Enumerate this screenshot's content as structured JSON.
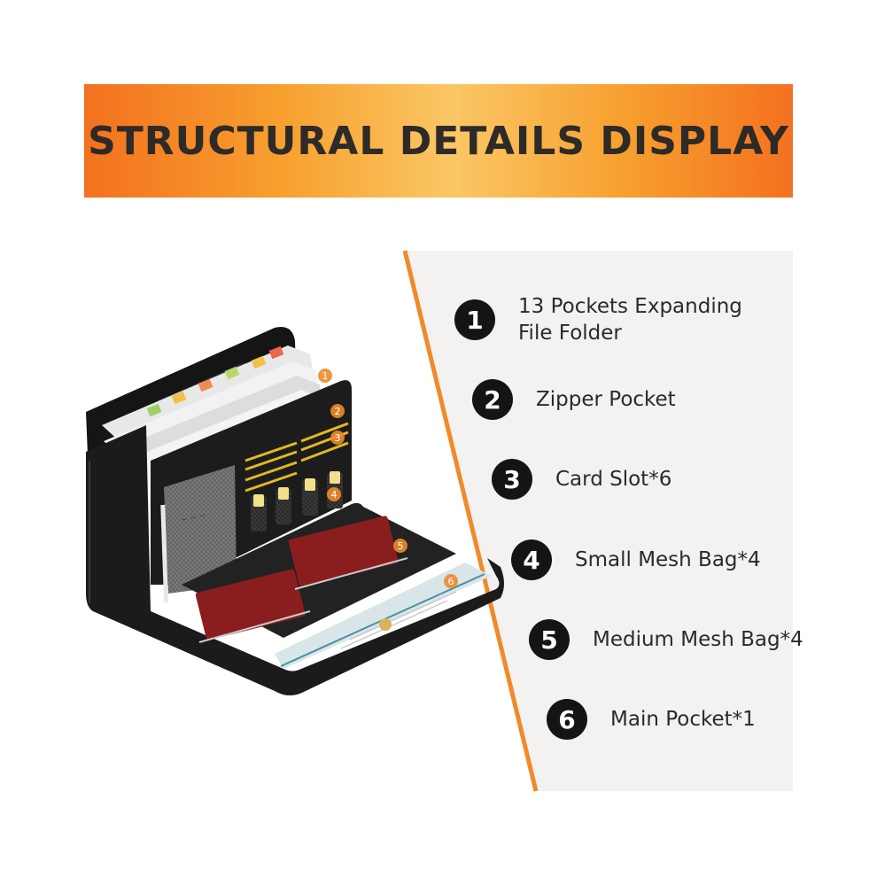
{
  "banner": {
    "title": "STRUCTURAL DETAILS DISPLAY"
  },
  "features": [
    {
      "number": "1",
      "line1": "13 Pockets Expanding",
      "line2": "File Folder"
    },
    {
      "number": "2",
      "line1": "Zipper Pocket"
    },
    {
      "number": "3",
      "line1": "Card Slot*6"
    },
    {
      "number": "4",
      "line1": "Small Mesh Bag*4"
    },
    {
      "number": "5",
      "line1": "Medium Mesh Bag*4"
    },
    {
      "number": "6",
      "line1": "Main Pocket*1"
    }
  ],
  "product_markers": [
    "1",
    "2",
    "3",
    "4",
    "5",
    "6"
  ],
  "colors": {
    "accent": "#f4711f",
    "panel_bg": "#f3f2f0",
    "badge": "#141414",
    "case": "#1b1b1b"
  }
}
